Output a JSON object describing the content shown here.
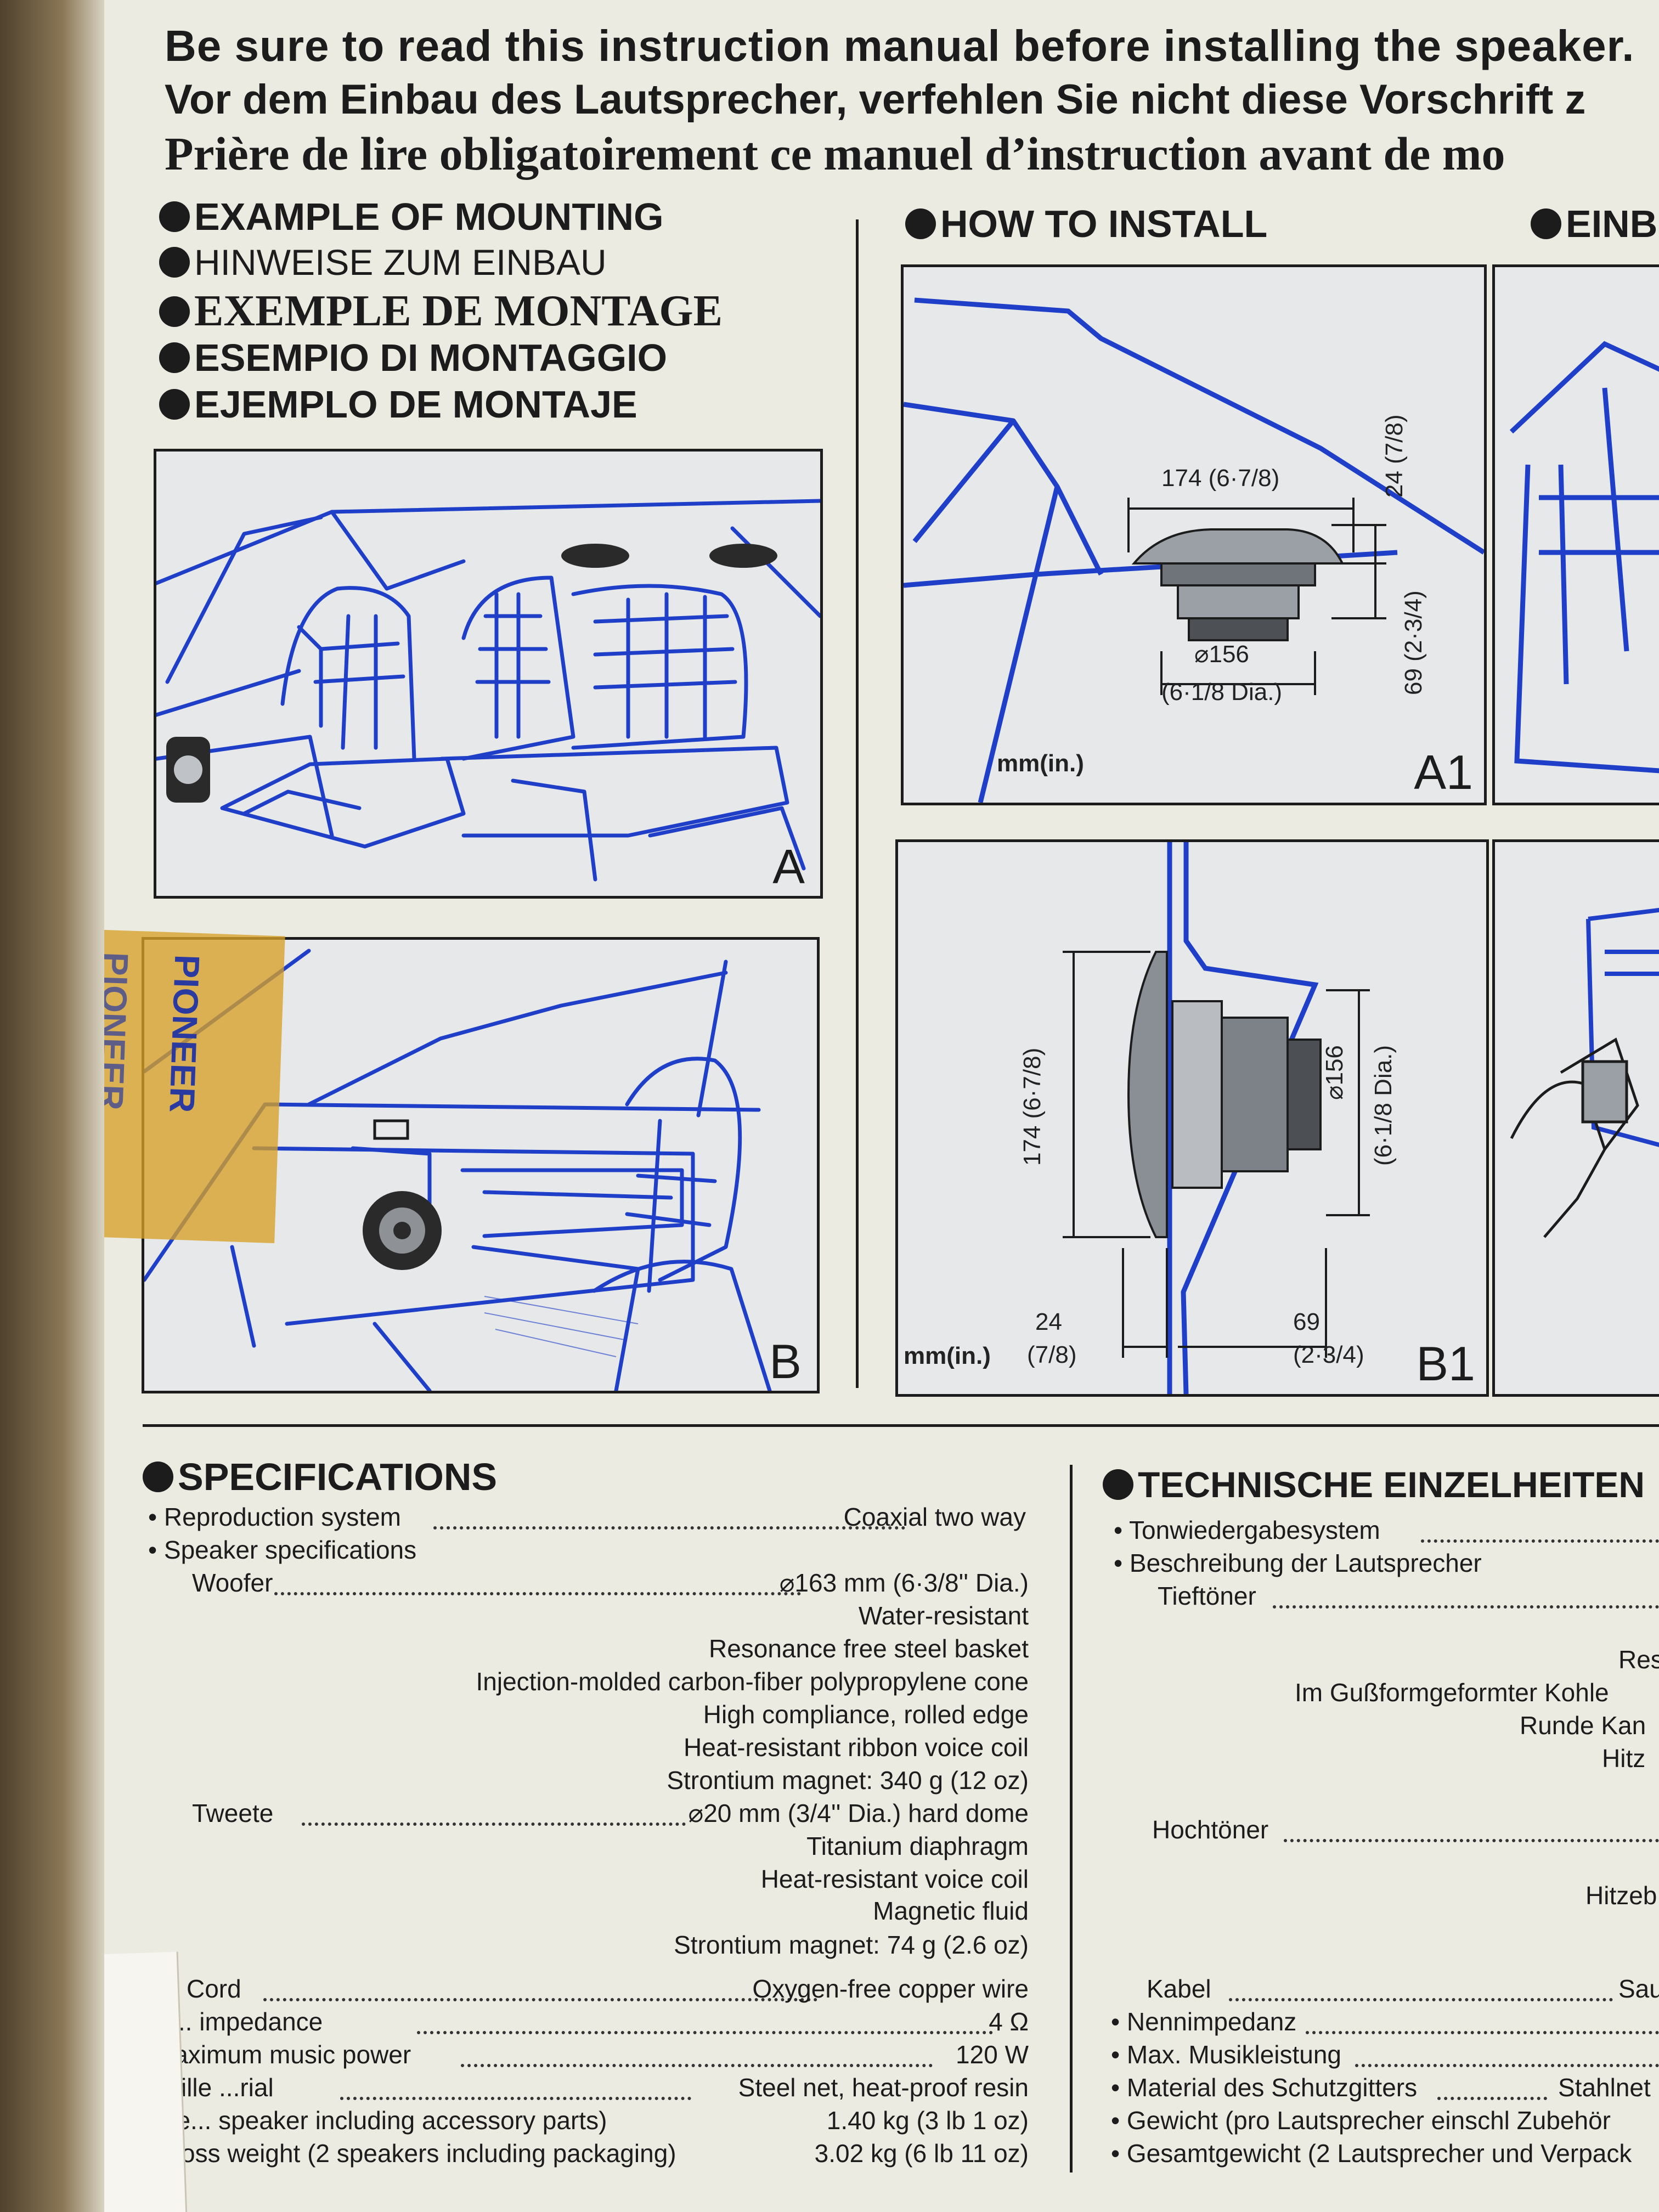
{
  "header": {
    "en": "Be sure to read this instruction manual before installing the speaker.",
    "de": "Vor dem Einbau des Lautsprecher, verfehlen Sie nicht diese Vorschrift z",
    "fr": "Prière de lire obligatoirement ce manuel d’instruction avant de mo"
  },
  "mounting": {
    "titles": [
      "EXAMPLE OF MOUNTING",
      "HINWEISE ZUM EINBAU",
      "EXEMPLE DE MONTAGE",
      "ESEMPIO DI MONTAGGIO",
      "EJEMPLO DE MONTAJE"
    ],
    "panel_a_label": "A",
    "panel_b_label": "B"
  },
  "install": {
    "title": "HOW TO INSTALL",
    "title_right": "EINB",
    "a1": {
      "label": "A1",
      "units": "mm(in.)",
      "width": "174 (6·7/8)",
      "depth_top": "24 (7/8)",
      "depth": "69 (2·3/4)",
      "dia": "⌀156",
      "dia_in": "(6·1/8 Dia.)"
    },
    "b1": {
      "label": "B1",
      "units": "mm(in.)",
      "height": "174 (6·7/8)",
      "dia": "⌀156",
      "dia_in": "(6·1/8 Dia.)",
      "d1": "24",
      "d1_in": "(7/8)",
      "d2": "69",
      "d2_in": "(2·3/4)"
    }
  },
  "tape": {
    "brand": "PIONEER"
  },
  "specs": {
    "title": "SPECIFICATIONS",
    "reproduction_label": "• Reproduction system",
    "reproduction_value": "Coaxial two way",
    "speaker_spec_label": "• Speaker specifications",
    "woofer_label": "Woofer",
    "woofer_lines": [
      "⌀163 mm (6·3/8'' Dia.)",
      "Water-resistant",
      "Resonance free steel basket",
      "Injection-molded carbon-fiber polypropylene cone",
      "High compliance, rolled edge",
      "Heat-resistant ribbon voice coil",
      "Strontium magnet: 340 g (12 oz)"
    ],
    "tweeter_label": "Tweete",
    "tweeter_lines": [
      "⌀20 mm (3/4'' Dia.) hard dome",
      "Titanium diaphragm",
      "Heat-resistant voice coil",
      "Magnetic fluid",
      "Strontium magnet: 74 g (2.6 oz)"
    ],
    "cord_label": "Cord",
    "cord_value": "Oxygen-free copper wire",
    "impedance_label": "• N... impedance",
    "impedance_value": "4 Ω",
    "power_label": "• Maximum music power",
    "power_value": "120 W",
    "grille_label": "• Grille ...rial",
    "grille_value": "Steel net, heat-proof resin",
    "weight_label": "• We... speaker including accessory parts)",
    "weight_value": "1.40 kg (3 lb 1 oz)",
    "gross_label": "• Gross weight (2 speakers including packaging)",
    "gross_value": "3.02 kg (6 lb 11 oz)"
  },
  "tech": {
    "title": "TECHNISCHE EINZELHEITEN",
    "lines": [
      "• Tonwiedergabesystem",
      "• Beschreibung der Lautsprecher",
      "Tieftöner"
    ],
    "fragments": [
      "Res",
      "Im Gußformgeformter Kohle",
      "Runde Kan",
      "Hitz"
    ],
    "hochtoner": "Hochtöner",
    "hitzeb": "Hitzeb",
    "kabel": "Kabel",
    "kabel_value": "Sau",
    "nenn": "• Nennimpedanz",
    "max": "• Max. Musikleistung",
    "material": "• Material des Schutzgitters",
    "material_value": "Stahlnet",
    "gewicht": "• Gewicht (pro Lautsprecher einschl Zubehör",
    "gesamt": "• Gesamtgewicht (2 Lautsprecher und Verpack"
  }
}
